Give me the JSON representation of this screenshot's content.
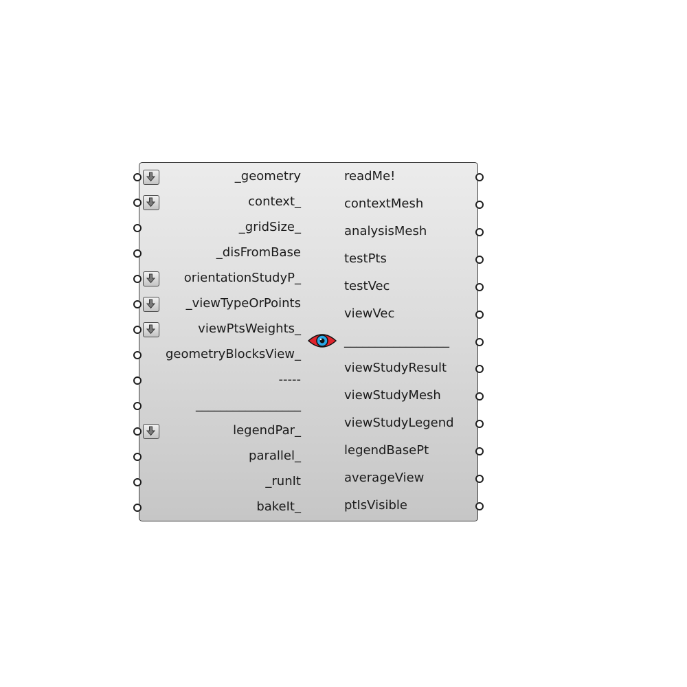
{
  "component": {
    "icon": "eye-icon",
    "inputs": [
      {
        "label": "_geometry",
        "flatten": true
      },
      {
        "label": "context_",
        "flatten": true
      },
      {
        "label": "_gridSize_",
        "flatten": false
      },
      {
        "label": "_disFromBase",
        "flatten": false
      },
      {
        "label": "orientationStudyP_",
        "flatten": true
      },
      {
        "label": "_viewTypeOrPoints",
        "flatten": true
      },
      {
        "label": "viewPtsWeights_",
        "flatten": true
      },
      {
        "label": "geometryBlocksView_",
        "flatten": false
      },
      {
        "label": "-----",
        "flatten": false
      },
      {
        "label": "_________________",
        "flatten": false
      },
      {
        "label": "legendPar_",
        "flatten": true
      },
      {
        "label": "parallel_",
        "flatten": false
      },
      {
        "label": "_runIt",
        "flatten": false
      },
      {
        "label": "bakeIt_",
        "flatten": false
      }
    ],
    "outputs": [
      {
        "label": "readMe!"
      },
      {
        "label": "contextMesh"
      },
      {
        "label": "analysisMesh"
      },
      {
        "label": "testPts"
      },
      {
        "label": "testVec"
      },
      {
        "label": "viewVec"
      },
      {
        "label": "_________________"
      },
      {
        "label": "viewStudyResult"
      },
      {
        "label": "viewStudyMesh"
      },
      {
        "label": "viewStudyLegend"
      },
      {
        "label": "legendBasePt"
      },
      {
        "label": "averageView"
      },
      {
        "label": "ptIsVisible"
      }
    ]
  },
  "colors": {
    "eye_outer": "#e0242c",
    "eye_iris": "#2aa8e6",
    "pupil": "#111111"
  }
}
